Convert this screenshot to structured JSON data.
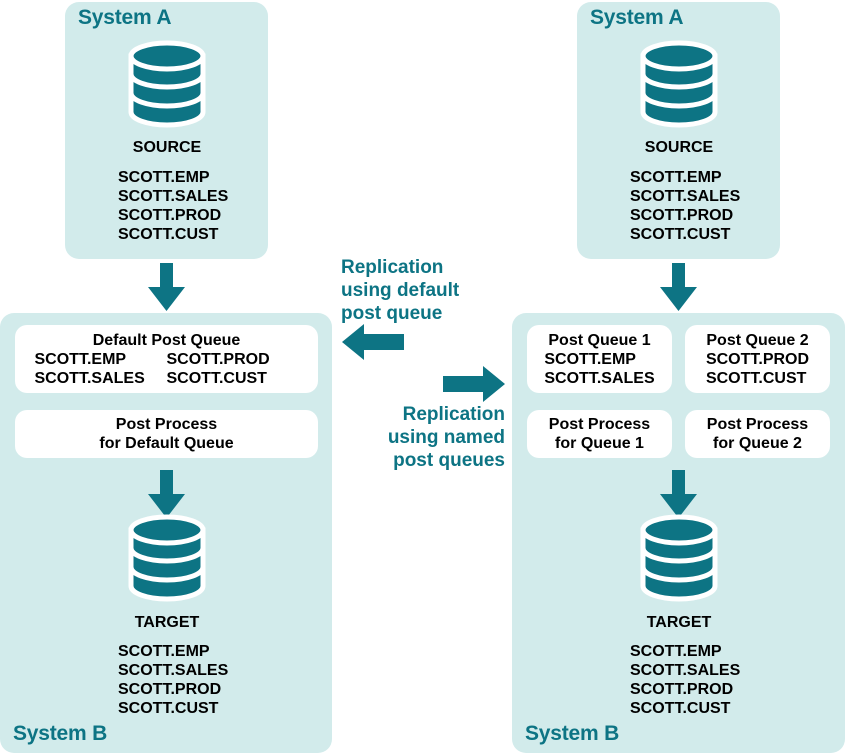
{
  "colors": {
    "panel_bg": "#d2ebeb",
    "teal": "#0d7484",
    "box_bg": "#ffffff",
    "text": "#000000",
    "page_bg": "#ffffff"
  },
  "left_diagram": {
    "system_a_label": "System A",
    "system_b_label": "System B",
    "source": {
      "title": "SOURCE",
      "tables": [
        "SCOTT.EMP",
        "SCOTT.SALES",
        "SCOTT.PROD",
        "SCOTT.CUST"
      ]
    },
    "queue_box": {
      "header": "Default Post Queue",
      "col_left": [
        "SCOTT.EMP",
        "SCOTT.SALES"
      ],
      "col_right": [
        "SCOTT.PROD",
        "SCOTT.CUST"
      ]
    },
    "process_box": {
      "line1": "Post Process",
      "line2": "for Default Queue"
    },
    "target": {
      "title": "TARGET",
      "tables": [
        "SCOTT.EMP",
        "SCOTT.SALES",
        "SCOTT.PROD",
        "SCOTT.CUST"
      ]
    }
  },
  "right_diagram": {
    "system_a_label": "System A",
    "system_b_label": "System B",
    "source": {
      "title": "SOURCE",
      "tables": [
        "SCOTT.EMP",
        "SCOTT.SALES",
        "SCOTT.PROD",
        "SCOTT.CUST"
      ]
    },
    "queue_box_1": {
      "header": "Post Queue 1",
      "tables": [
        "SCOTT.EMP",
        "SCOTT.SALES"
      ]
    },
    "queue_box_2": {
      "header": "Post Queue 2",
      "tables": [
        "SCOTT.PROD",
        "SCOTT.CUST"
      ]
    },
    "process_box_1": {
      "line1": "Post Process",
      "line2": "for Queue 1"
    },
    "process_box_2": {
      "line1": "Post Process",
      "line2": "for Queue 2"
    },
    "target": {
      "title": "TARGET",
      "tables": [
        "SCOTT.EMP",
        "SCOTT.SALES",
        "SCOTT.PROD",
        "SCOTT.CUST"
      ]
    }
  },
  "center": {
    "caption_left": {
      "line1": "Replication",
      "line2": "using default",
      "line3": "post queue"
    },
    "caption_right": {
      "line1": "Replication",
      "line2": "using named",
      "line3": "post queues"
    }
  },
  "icons": {
    "database": "database-cylinder-icon",
    "arrow_down": "arrow-down-icon",
    "arrow_left": "arrow-left-icon",
    "arrow_right": "arrow-right-icon"
  }
}
